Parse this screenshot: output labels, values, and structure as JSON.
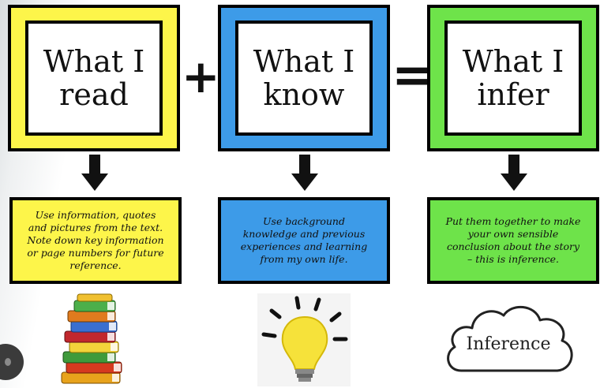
{
  "boxes": [
    {
      "title_lines": [
        "What I",
        "read"
      ],
      "color": "#fdf54a",
      "description_lines": [
        "Use information, quotes",
        "and pictures from the text.",
        "Note down key information",
        "or page numbers for future",
        "reference."
      ]
    },
    {
      "title_lines": [
        "What I",
        "know"
      ],
      "color": "#3d9be8",
      "description_lines": [
        "Use background",
        "knowledge and previous",
        "experiences and learning",
        "from my own life."
      ]
    },
    {
      "title_lines": [
        "What I",
        "infer"
      ],
      "color": "#6ee34a",
      "description_lines": [
        "Put them together to make",
        "your own sensible",
        "conclusion about the story",
        "– this is inference."
      ]
    }
  ],
  "operators": {
    "plus": "+",
    "equals": "="
  },
  "images": [
    {
      "icon": "books-stack-icon"
    },
    {
      "icon": "lightbulb-icon"
    },
    {
      "icon": "cloud-icon",
      "label": "Inference"
    }
  ],
  "colors": {
    "border": "#000000"
  }
}
